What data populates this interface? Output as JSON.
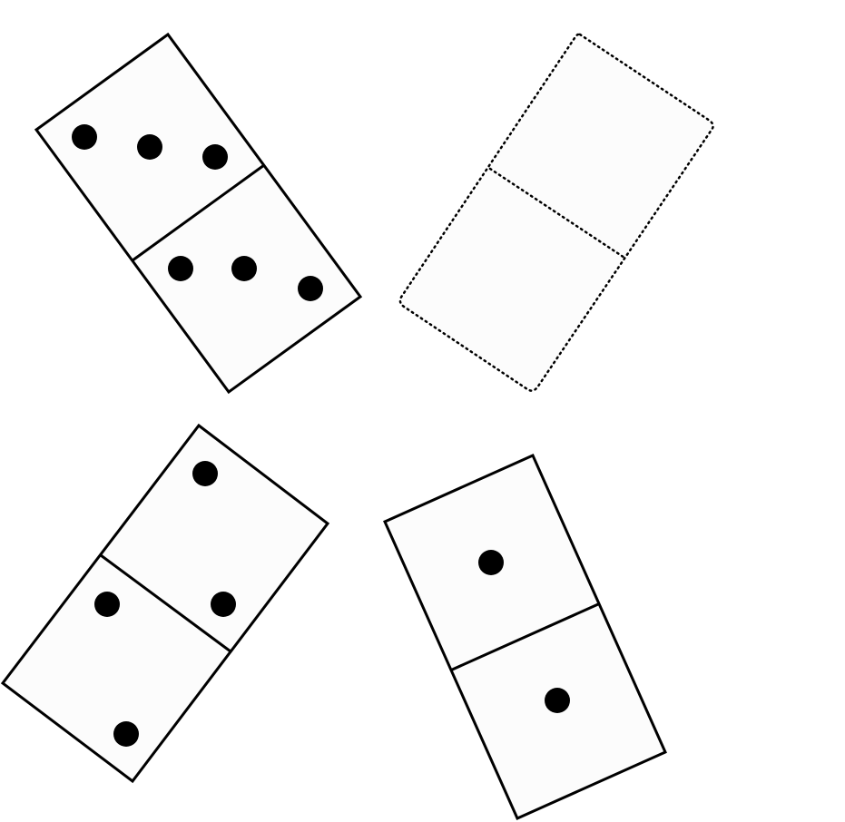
{
  "puzzle": {
    "dominoes": [
      {
        "id": "top-left",
        "style": "solid",
        "halves": [
          3,
          3
        ]
      },
      {
        "id": "top-right",
        "style": "dotted",
        "halves": [
          null,
          null
        ]
      },
      {
        "id": "bottom-left",
        "style": "solid",
        "halves": [
          2,
          2
        ]
      },
      {
        "id": "bottom-center",
        "style": "solid",
        "halves": [
          1,
          1
        ]
      }
    ],
    "colors": {
      "tile_fill": "#fcfcfc",
      "outline": "#000000",
      "pip": "#000000",
      "background": "#ffffff"
    }
  }
}
